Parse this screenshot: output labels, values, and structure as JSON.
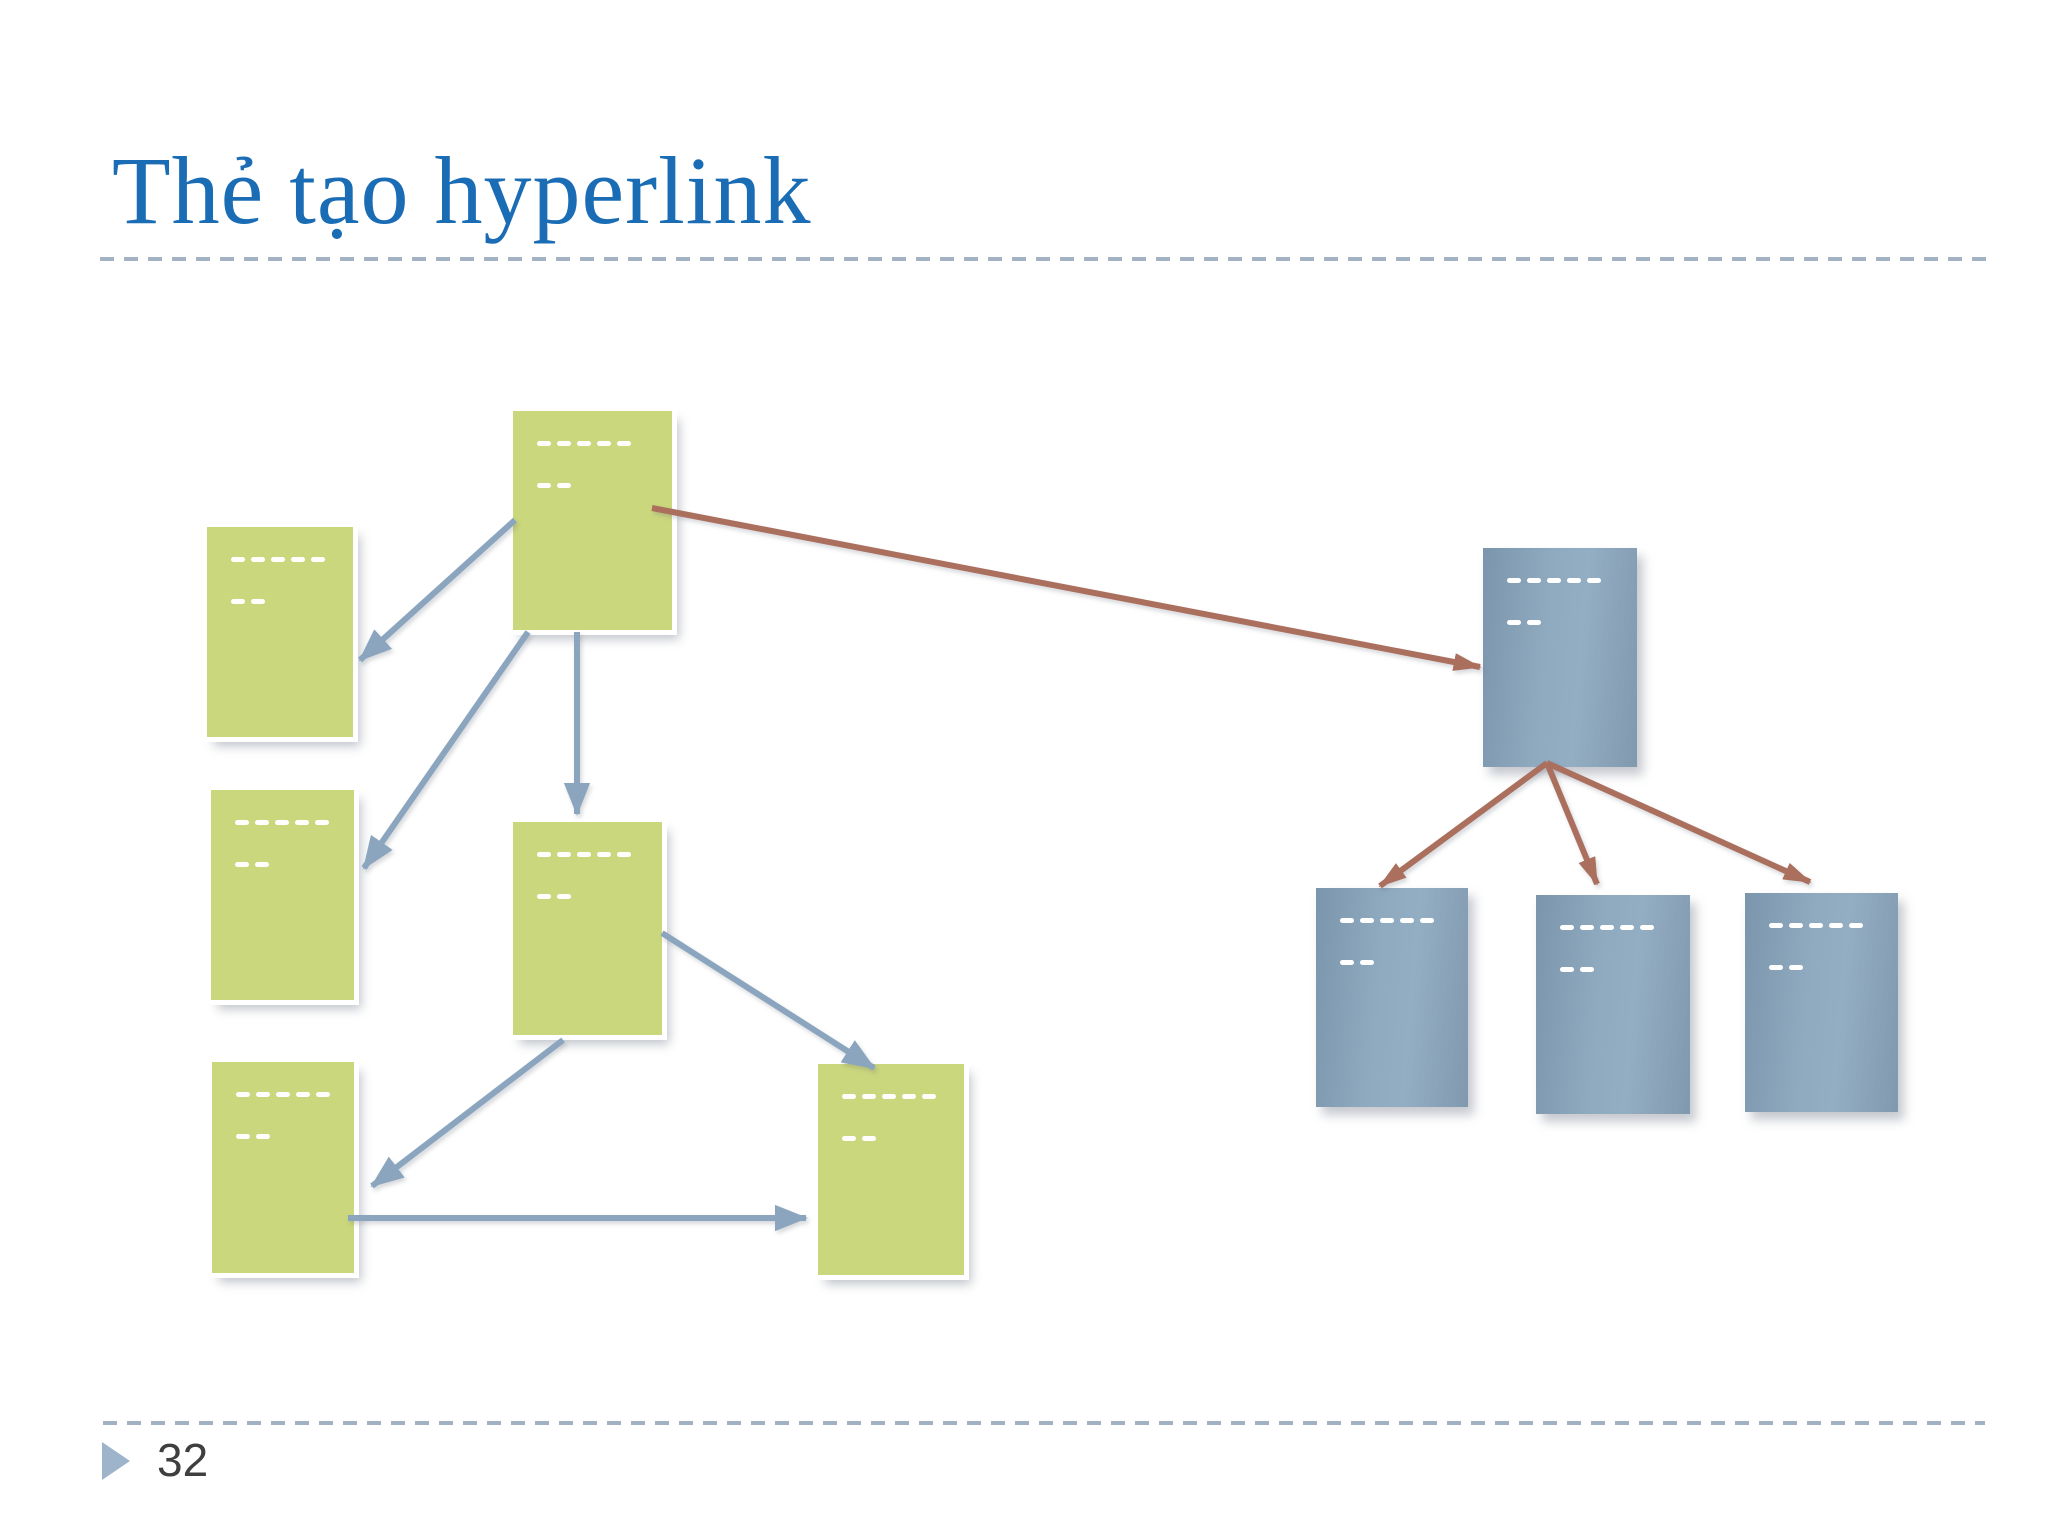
{
  "slide": {
    "title": "Thẻ tạo hyperlink",
    "page_number": "32"
  },
  "colors": {
    "title": "#1a6cb5",
    "divider": "#a3b2c2",
    "footer_marker": "#9db4cb",
    "page_number": "#3f3f3f",
    "green_node": "#cbd77d",
    "blue_node_light": "#93adc2",
    "blue_node_dark": "#7b95ac",
    "internal_link": "#8ba5bf",
    "external_link": "#ab6f5e"
  },
  "diagram": {
    "placeholder_rows": [
      5,
      2
    ],
    "nodes": [
      {
        "id": "green-page-main",
        "kind": "green"
      },
      {
        "id": "green-page-a",
        "kind": "green"
      },
      {
        "id": "green-page-b",
        "kind": "green"
      },
      {
        "id": "green-page-c",
        "kind": "green"
      },
      {
        "id": "green-page-mid",
        "kind": "green"
      },
      {
        "id": "green-page-d",
        "kind": "green"
      },
      {
        "id": "blue-site-home",
        "kind": "blue"
      },
      {
        "id": "blue-site-child-1",
        "kind": "blue"
      },
      {
        "id": "blue-site-child-2",
        "kind": "blue"
      },
      {
        "id": "blue-site-child-3",
        "kind": "blue"
      }
    ],
    "links": [
      {
        "id": "l1",
        "from": "green-page-main",
        "to": "green-page-a",
        "kind": "internal"
      },
      {
        "id": "l2",
        "from": "green-page-main",
        "to": "green-page-b",
        "kind": "internal"
      },
      {
        "id": "l3",
        "from": "green-page-main",
        "to": "green-page-mid",
        "kind": "internal"
      },
      {
        "id": "l4",
        "from": "green-page-mid",
        "to": "green-page-d",
        "kind": "internal"
      },
      {
        "id": "l5",
        "from": "green-page-mid",
        "to": "green-page-c",
        "kind": "internal"
      },
      {
        "id": "l6",
        "from": "green-page-c",
        "to": "green-page-d",
        "kind": "internal"
      },
      {
        "id": "l7",
        "from": "green-page-main",
        "to": "blue-site-home",
        "kind": "external"
      },
      {
        "id": "l8",
        "from": "blue-site-home",
        "to": "blue-site-child-1",
        "kind": "external"
      },
      {
        "id": "l9",
        "from": "blue-site-home",
        "to": "blue-site-child-2",
        "kind": "external"
      },
      {
        "id": "l10",
        "from": "blue-site-home",
        "to": "blue-site-child-3",
        "kind": "external"
      }
    ]
  }
}
